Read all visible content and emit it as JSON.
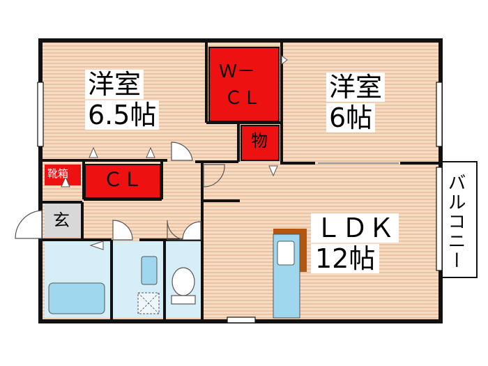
{
  "rooms": {
    "western_room_1": {
      "name": "洋室",
      "size": "6.5帖"
    },
    "western_room_2": {
      "name": "洋室",
      "size": "6帖"
    },
    "ldk": {
      "name": "ＬＤＫ",
      "size": "12帖"
    },
    "walk_in_closet": {
      "line1": "Ｗ－",
      "line2": "ＣＬ"
    },
    "closet": {
      "label": "ＣＬ"
    },
    "storage": {
      "label": "物"
    },
    "shoe_box": {
      "label": "靴箱"
    },
    "entrance": {
      "label": "玄"
    },
    "balcony": {
      "label": "バルコニー"
    }
  },
  "colors": {
    "wall": "#111111",
    "wood_floor": "#f7dcc4",
    "wood_stripe": "#e8b99a",
    "storage_red": "#ee1111",
    "wet_area": "#d6eef7",
    "fixture": "#9fd8ee",
    "entrance_gray": "#d8d8d8",
    "counter_brown": "#b5560f"
  }
}
